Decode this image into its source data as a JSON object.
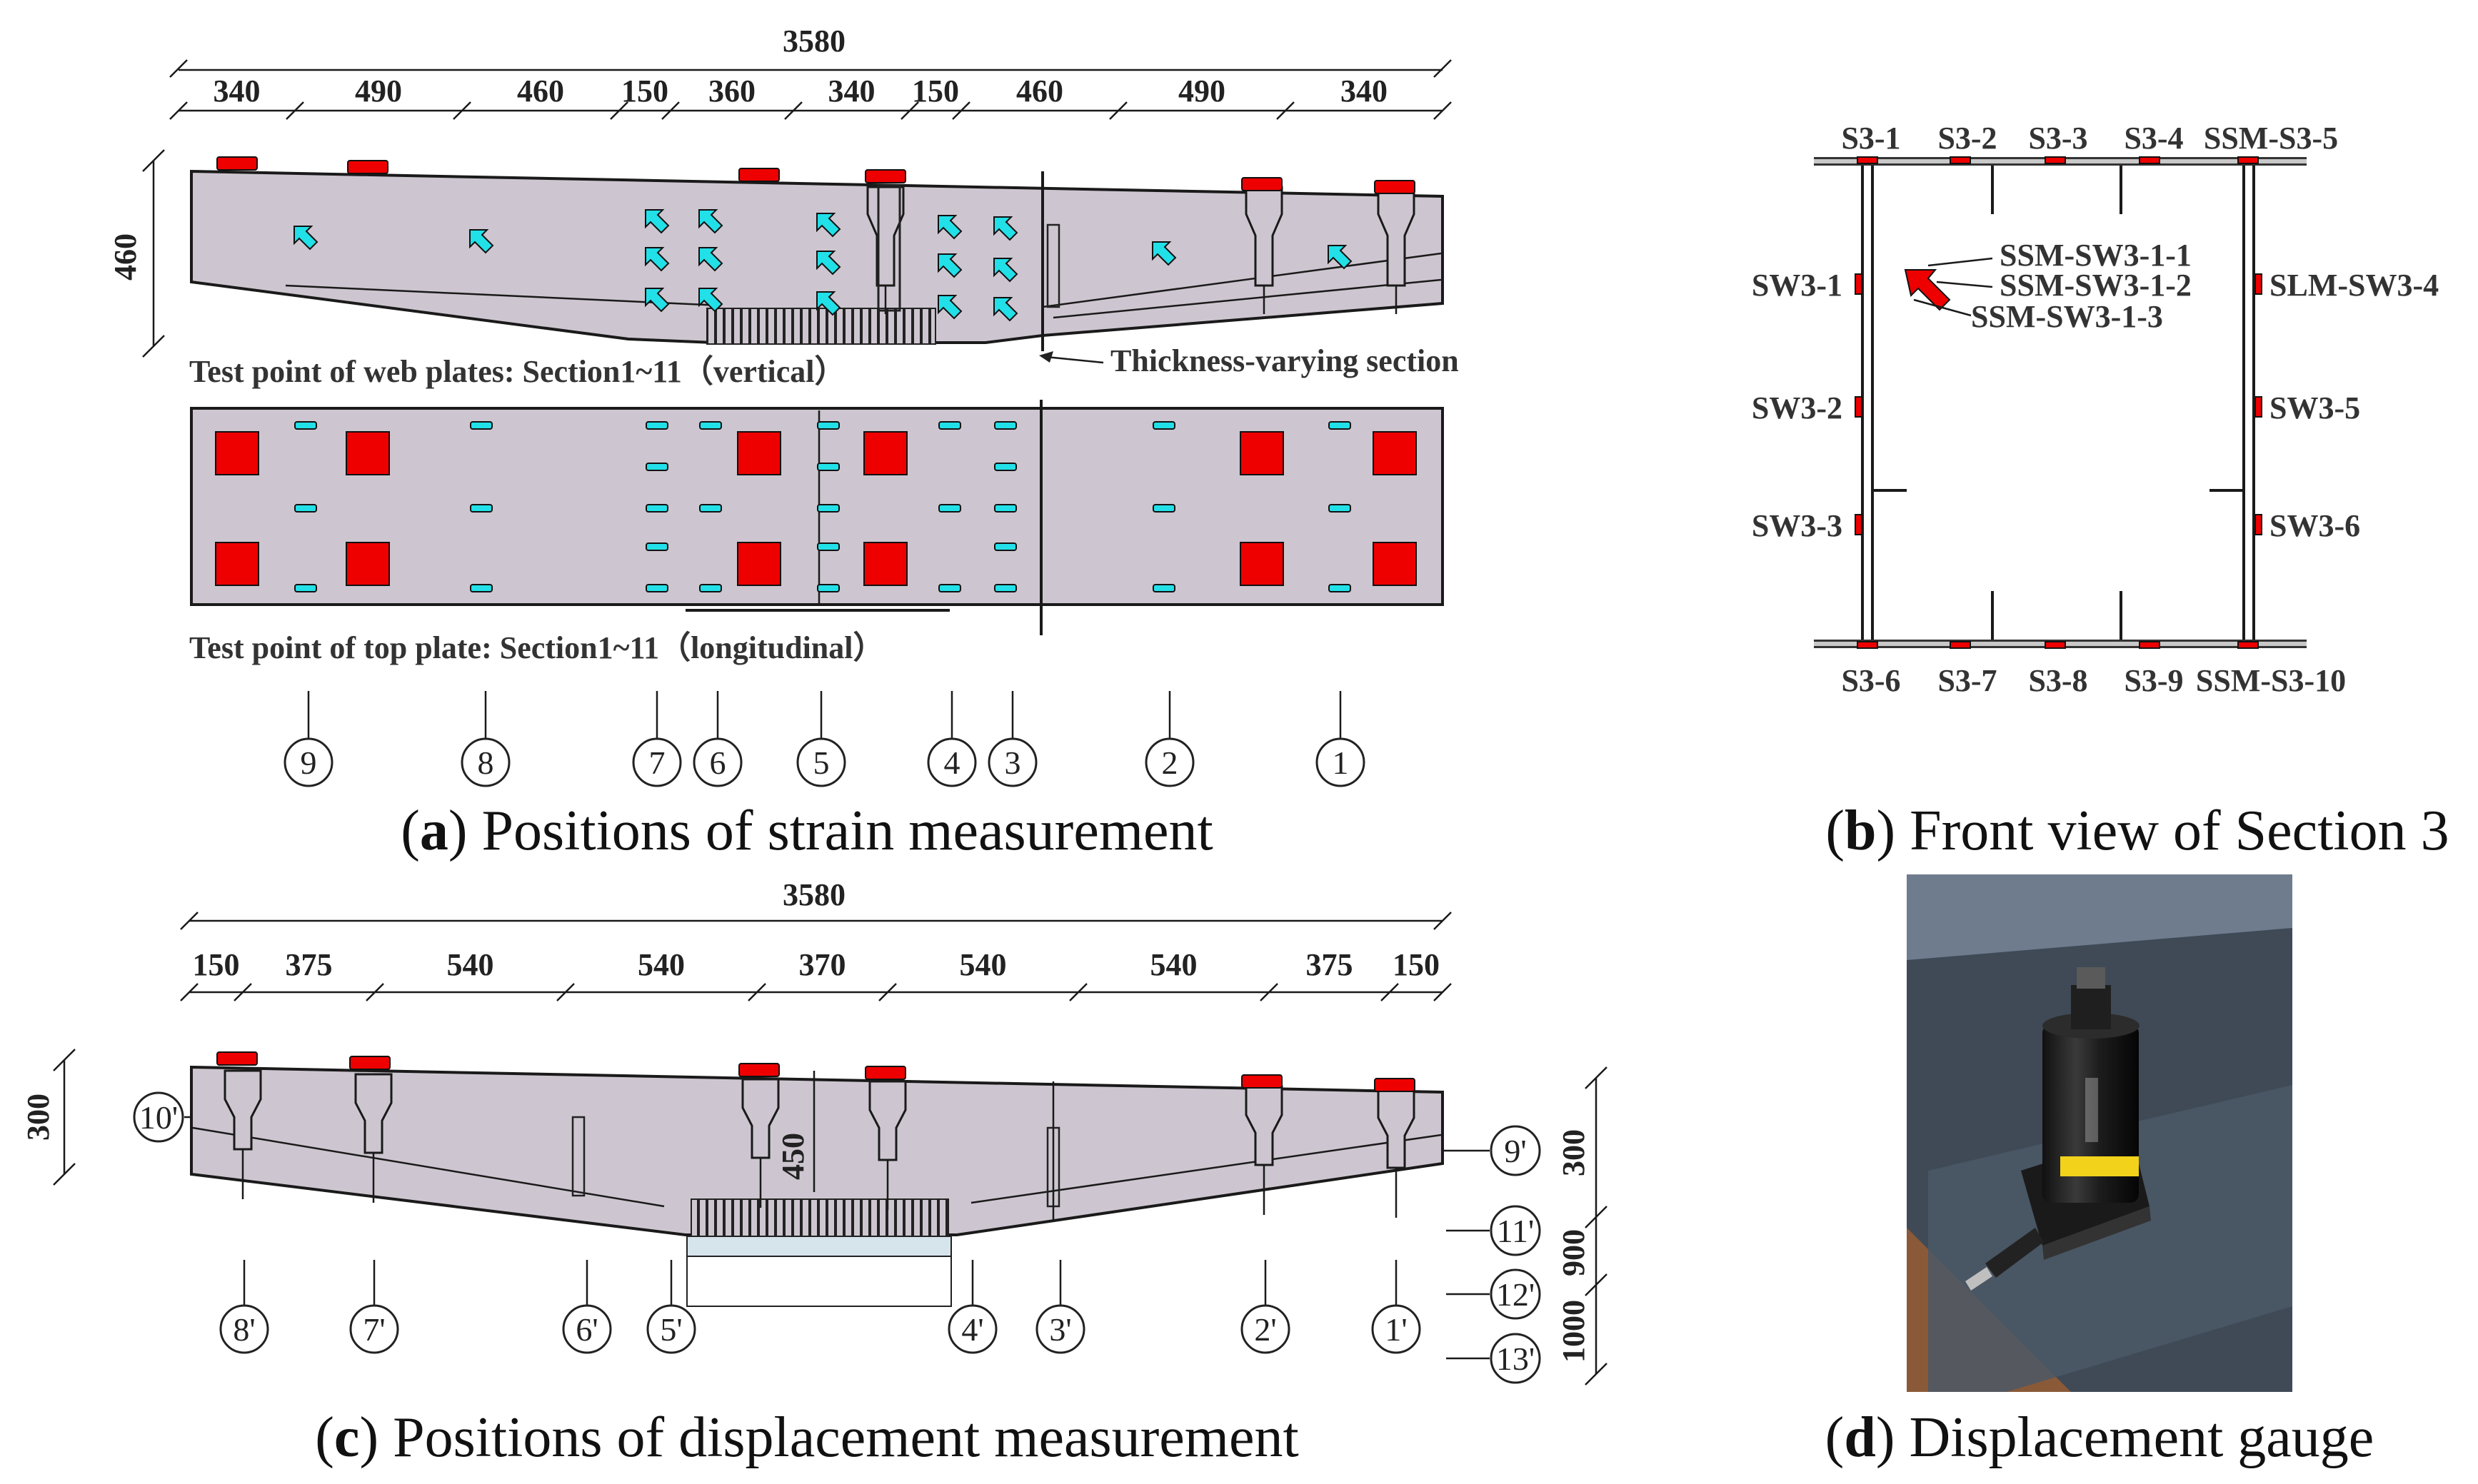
{
  "panel_a": {
    "caption_letter": "a",
    "caption_text": " Positions of strain measurement",
    "total_dim": "3580",
    "segment_dims": [
      "340",
      "490",
      "460",
      "150",
      "360",
      "340",
      "150",
      "460",
      "490",
      "340"
    ],
    "height_dim": "460",
    "web_label": "Test point of web plates: Section1~11（vertical）",
    "thickness_label": "Thickness-varying section",
    "top_label": "Test point of top plate: Section1~11（longitudinal）",
    "section_markers": [
      "9",
      "8",
      "7",
      "6",
      "5",
      "4",
      "3",
      "2",
      "1"
    ]
  },
  "panel_b": {
    "caption_letter": "b",
    "caption_text": " Front view of Section 3",
    "top_labels": [
      "S3-1",
      "S3-2",
      "S3-3",
      "S3-4",
      "SSM-S3-5"
    ],
    "bottom_labels": [
      "S3-6",
      "S3-7",
      "S3-8",
      "S3-9",
      "SSM-S3-10"
    ],
    "left_labels": [
      "SW3-1",
      "SW3-2",
      "SW3-3"
    ],
    "right_labels": [
      "SLM-SW3-4",
      "SW3-5",
      "SW3-6"
    ],
    "rosette_labels": [
      "SSM-SW3-1-1",
      "SSM-SW3-1-2",
      "SSM-SW3-1-3"
    ]
  },
  "panel_c": {
    "caption_letter": "c",
    "caption_text": " Positions of displacement measurement",
    "total_dim": "3580",
    "segment_dims": [
      "150",
      "375",
      "540",
      "540",
      "370",
      "540",
      "540",
      "375",
      "150"
    ],
    "left_height_dim": "300",
    "inner_height_dim": "450",
    "right_dims": [
      "300",
      "900",
      "1000"
    ],
    "bottom_markers": [
      "8'",
      "7'",
      "6'",
      "5'",
      "4'",
      "3'",
      "2'",
      "1'"
    ],
    "side_markers": [
      "10'",
      "9'",
      "11'",
      "12'",
      "13'"
    ]
  },
  "panel_d": {
    "caption_letter": "d",
    "caption_text": " Displacement gauge",
    "photo_alt": "photo of cylindrical displacement gauge on steel plate"
  },
  "colors": {
    "plate_fill": "#cdc6d0",
    "strain_gauge": "#ee0000",
    "rosette": "#22e0e8"
  }
}
